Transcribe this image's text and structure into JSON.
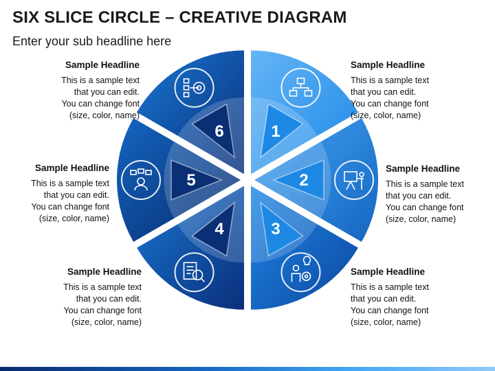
{
  "title": "SIX SLICE CIRCLE – CREATIVE DIAGRAM",
  "subtitle": "Enter your sub headline here",
  "slices": [
    {
      "number": "1",
      "icon": "org-chart-icon",
      "color": "#42a5f5"
    },
    {
      "number": "2",
      "icon": "presentation-icon",
      "color": "#2196f3"
    },
    {
      "number": "3",
      "icon": "idea-gear-person-icon",
      "color": "#1565c0"
    },
    {
      "number": "4",
      "icon": "document-search-icon",
      "color": "#0d47a1"
    },
    {
      "number": "5",
      "icon": "user-network-icon",
      "color": "#0d3a8c"
    },
    {
      "number": "6",
      "icon": "checklist-target-icon",
      "color": "#0b3b8c"
    }
  ],
  "blocks": [
    {
      "headline": "Sample Headline",
      "lines": [
        "This is a sample text",
        "that you can edit.",
        "You can change font",
        "(size, color, name)"
      ]
    },
    {
      "headline": "Sample Headline",
      "lines": [
        "This is a sample text",
        "that you can edit.",
        "You can change font",
        "(size, color, name)"
      ]
    },
    {
      "headline": "Sample Headline",
      "lines": [
        "This is a sample text",
        "that you can edit.",
        "You can change font",
        "(size, color, name)"
      ]
    },
    {
      "headline": "Sample Headline",
      "lines": [
        "This is a sample text",
        "that you can edit.",
        "You can change font",
        "(size, color, name)"
      ]
    },
    {
      "headline": "Sample Headline",
      "lines": [
        "This is a sample text",
        "that you can edit.",
        "You can change font",
        "(size, color, name)"
      ]
    },
    {
      "headline": "Sample Headline",
      "lines": [
        "This is a sample text",
        "that you can edit.",
        "You can change font",
        "(size, color, name)"
      ]
    }
  ]
}
